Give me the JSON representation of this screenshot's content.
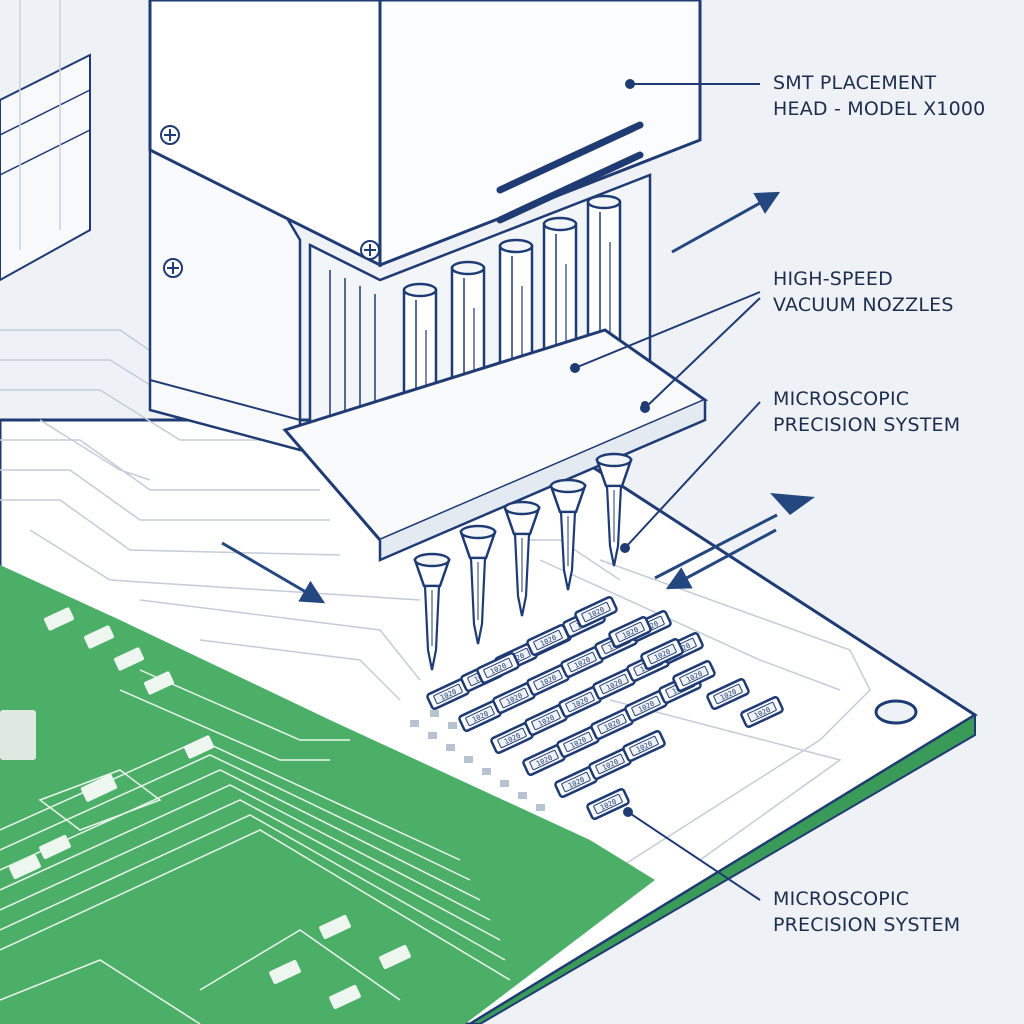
{
  "labels": {
    "placement_head": {
      "line1": "SMT PLACEMENT",
      "line2": "HEAD - MODEL X1000"
    },
    "vacuum_nozzles": {
      "line1": "HIGH-SPEED",
      "line2": "VACUUM NOZZLES"
    },
    "precision_top": {
      "line1": "MICROSCOPIC",
      "line2": "PRECISION SYSTEM"
    },
    "precision_bottom": {
      "line1": "MICROSCOPIC",
      "line2": "PRECISION SYSTEM"
    }
  },
  "component_marking": "1020",
  "colors": {
    "background": "#eef2f6",
    "outline": "#1f3b73",
    "board_white": "#ffffff",
    "board_green": "#4caf67",
    "trace_green": "#e9f5ec",
    "accent_arrow": "#25477f",
    "label_text": "#1d2d4c"
  }
}
